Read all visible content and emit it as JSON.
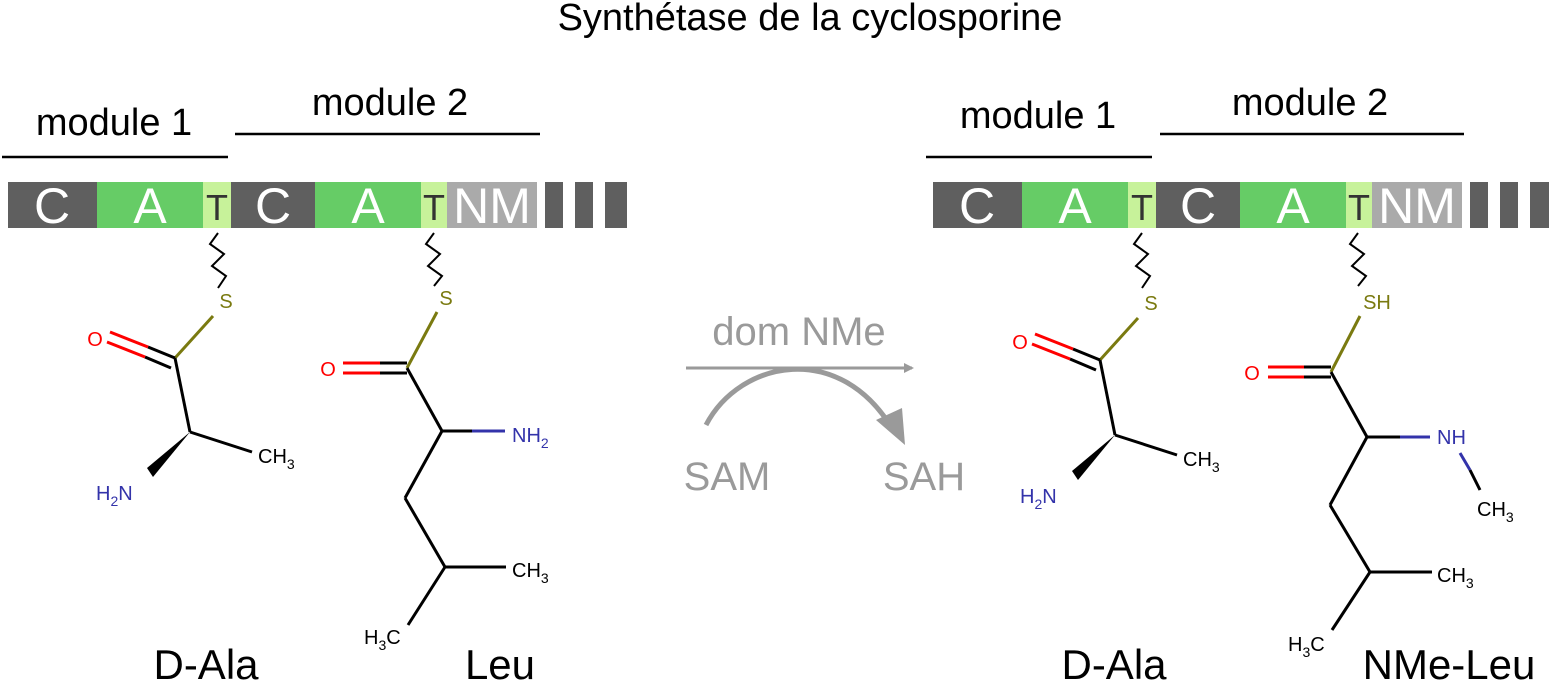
{
  "title": "Synthétase de la cyclosporine",
  "panels": {
    "left": {
      "module1_label": "module 1",
      "module2_label": "module 2",
      "domains": [
        "C",
        "A",
        "T",
        "C",
        "A",
        "T",
        "NM"
      ],
      "residue1": {
        "name": "D-Ala",
        "S": "S",
        "O": "O",
        "N": "N",
        "H": "H",
        "sub2": "2",
        "CH": "CH",
        "sub3": "3"
      },
      "residue2": {
        "name": "Leu",
        "S": "S",
        "O": "O",
        "NH": "NH",
        "sub2": "2",
        "CH": "CH",
        "sub3": "3",
        "H": "H",
        "C": "C"
      }
    },
    "right": {
      "module1_label": "module 1",
      "module2_label": "module 2",
      "domains": [
        "C",
        "A",
        "T",
        "C",
        "A",
        "T",
        "NM"
      ],
      "residue1": {
        "name": "D-Ala",
        "S": "S",
        "O": "O",
        "N": "N",
        "H": "H",
        "sub2": "2",
        "CH": "CH",
        "sub3": "3"
      },
      "residue2": {
        "name": "NMe-Leu",
        "SH": "SH",
        "O": "O",
        "NH": "NH",
        "CH": "CH",
        "sub3": "3",
        "H": "H",
        "C": "C"
      }
    }
  },
  "reaction": {
    "enzyme": "dom NMe",
    "cofactor_in": "SAM",
    "cofactor_out": "SAH"
  },
  "colors": {
    "C_domain": "#5f5f5f",
    "A_domain": "#66cc66",
    "T_domain": "#c7f29a",
    "NM_domain": "#aaaaaa",
    "sulfur": "#7a7a10",
    "oxygen": "#ff0000",
    "nitrogen": "#3333aa",
    "arrow": "#9a9a9a"
  }
}
